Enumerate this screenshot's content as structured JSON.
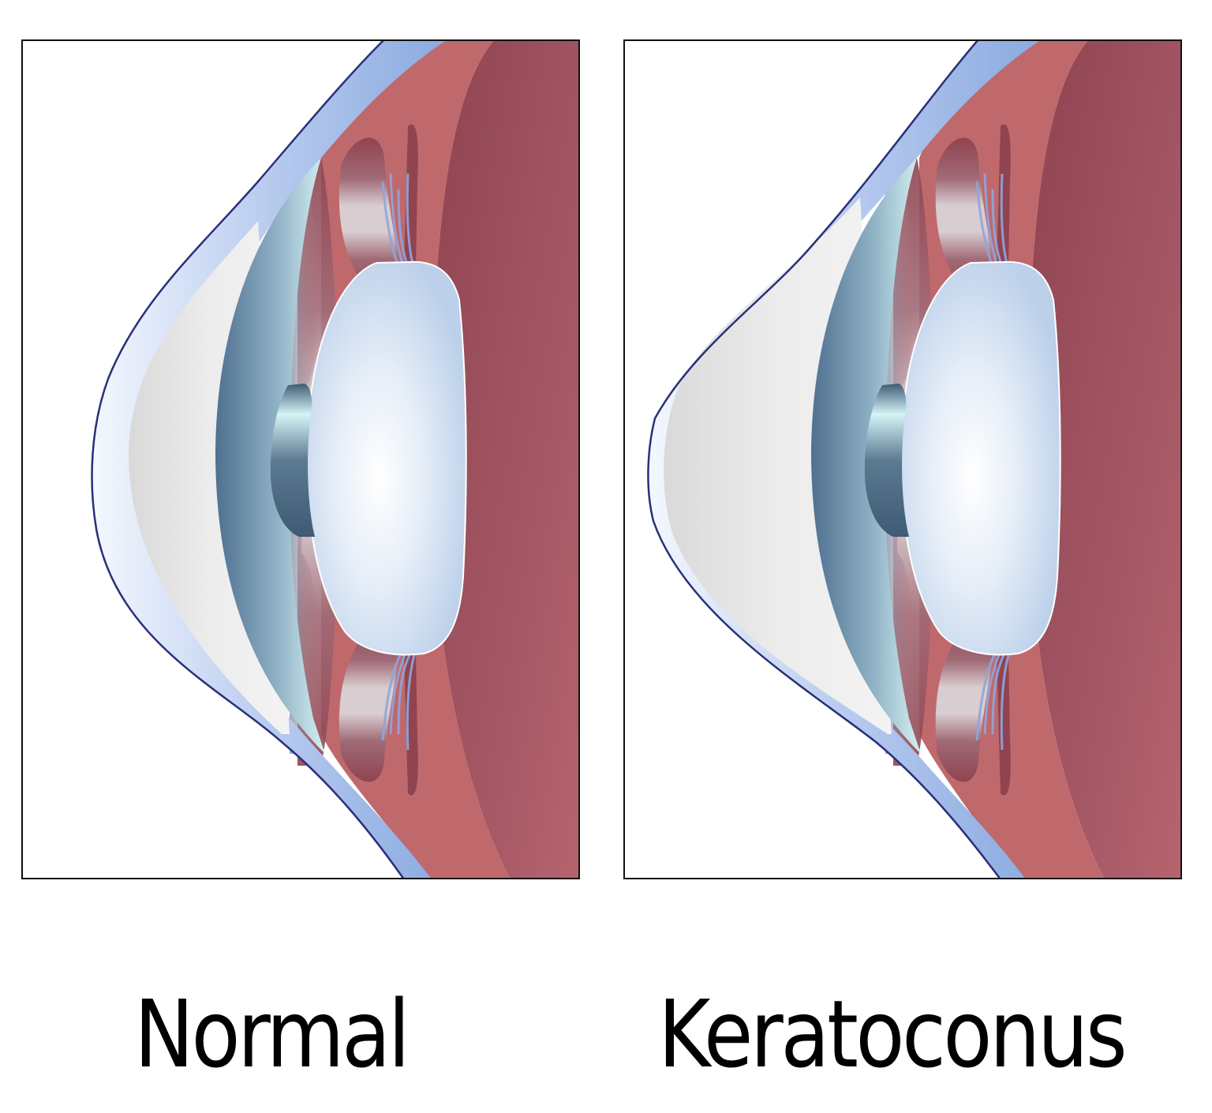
{
  "figure": {
    "panels": [
      {
        "label": "Normal",
        "cornea_shape": "dome"
      },
      {
        "label": "Keratoconus",
        "cornea_shape": "cone"
      }
    ]
  },
  "colors": {
    "cornea_outline": "#2a2f7a",
    "sclera_blue": "#8aaae0",
    "ciliary_pink": "#bf696c",
    "choroid_dark": "#944652",
    "iris_blue": "#5a7a96",
    "iris_dark": "#3e5a74",
    "lens_blue": "#bcd0ea",
    "anterior_chamber_gray": "#e6e6e6",
    "frame": "#111111",
    "caption": "#000000"
  }
}
